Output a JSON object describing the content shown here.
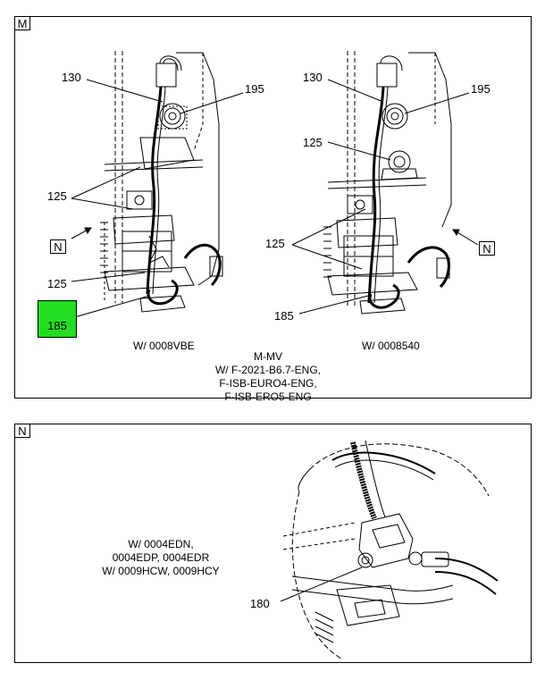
{
  "panel_m": {
    "tag": "M",
    "left_callouts": {
      "c130": "130",
      "c195": "195",
      "c125_top": "125",
      "c125_bottom": "125",
      "c185": "185"
    },
    "right_callouts": {
      "c130": "130",
      "c195": "195",
      "c125_top": "125",
      "c125_bottom": "125",
      "c185": "185"
    },
    "view_tag_left": "N",
    "view_tag_right": "N",
    "caption_left": "W/ 0008VBE",
    "caption_right": "W/ 0008540",
    "caption_center": [
      "M-MV",
      "W/ F-2021-B6.7-ENG,",
      "F-ISB-EURO4-ENG,",
      "F-ISB-ERO5-ENG"
    ],
    "highlight_color": "#22dd22"
  },
  "panel_n": {
    "tag": "N",
    "caption": [
      "W/ 0004EDN,",
      "0004EDP, 0004EDR",
      "W/ 0009HCW, 0009HCY"
    ],
    "callout": "180"
  }
}
